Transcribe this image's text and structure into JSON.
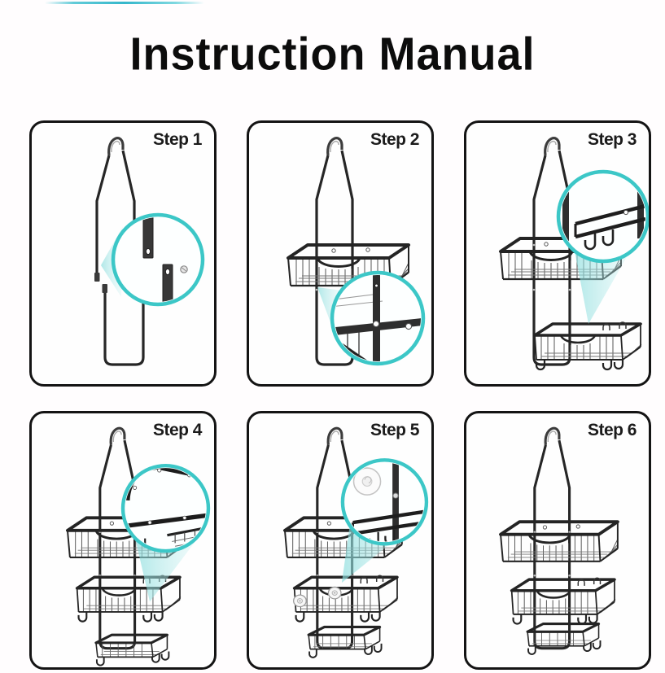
{
  "title": "Instruction Manual",
  "accent_color": "#3cc7c7",
  "ink_color": "#262626",
  "steps": [
    {
      "label": "Step 1",
      "illustration_alt": "Upper hanging frame with hook and lower U-frame separated; zoom circle shows two flat bar ends with screw holes and a screw"
    },
    {
      "label": "Step 2",
      "illustration_alt": "Assembled frame with top wire basket attached; zoom circle shows vertical rail crossing basket rim bar with screws"
    },
    {
      "label": "Step 3",
      "illustration_alt": "Frame with top basket attached and middle basket floating below; zoom circle shows rail and basket rim corner with hanging hooks"
    },
    {
      "label": "Step 4",
      "illustration_alt": "Frame with two baskets attached and soap dish floating below; zoom circle shows curved bracket, rim bar and dish corner"
    },
    {
      "label": "Step 5",
      "illustration_alt": "Fully assembled caddy with two suction cups floating beside it; zoom circle shows suction cup, rail screw and basket corner hooks"
    },
    {
      "label": "Step 6",
      "illustration_alt": "Completed hanging shower caddy with hook, two wire baskets and bottom soap dish"
    }
  ]
}
